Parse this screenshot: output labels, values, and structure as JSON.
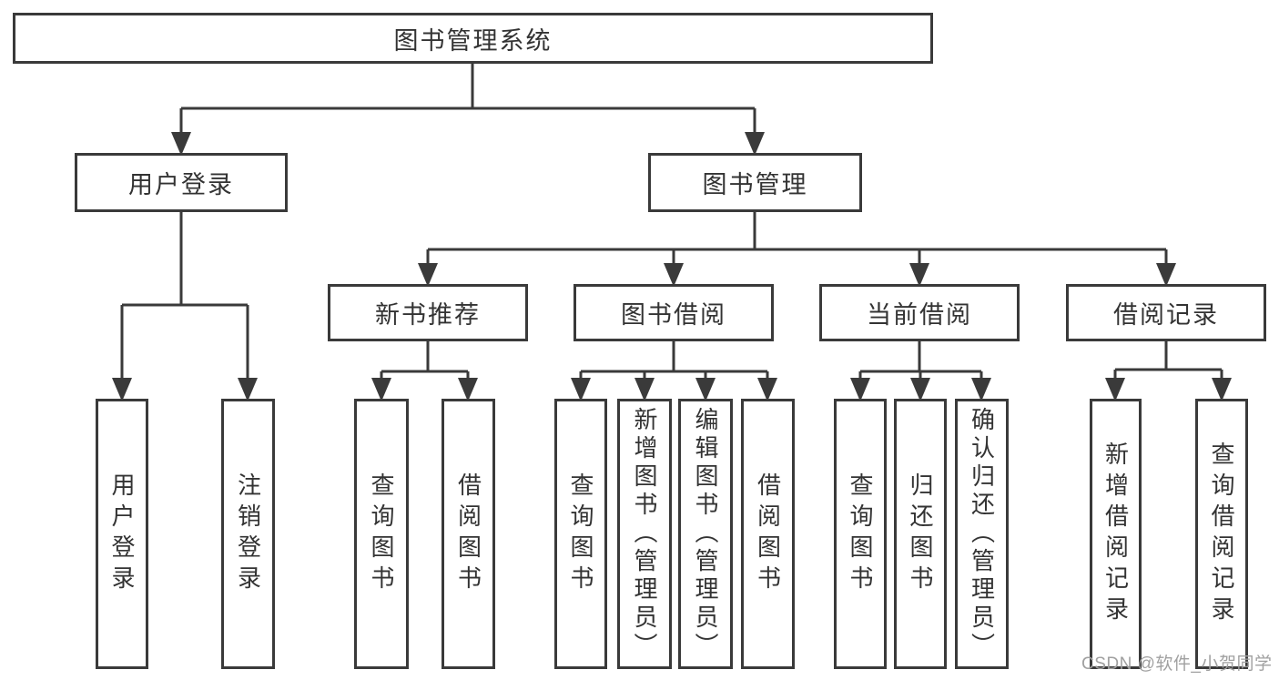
{
  "diagram": {
    "root": "图书管理系统",
    "level2": [
      "用户登录",
      "图书管理"
    ],
    "level3": [
      "新书推荐",
      "图书借阅",
      "当前借阅",
      "借阅记录"
    ],
    "leaves": {
      "user_login": [
        "用户登录",
        "注销登录"
      ],
      "new_book_recommend": [
        "查询图书",
        "借阅图书"
      ],
      "book_borrow": [
        "查询图书",
        "新增图书（管理员）",
        "编辑图书（管理员）",
        "借阅图书"
      ],
      "current_borrow": [
        "查询图书",
        "归还图书",
        "确认归还（管理员）"
      ],
      "borrow_records": [
        "新增借阅记录",
        "查询借阅记录"
      ]
    }
  },
  "watermark": "CSDN @软件_小贺同学",
  "colors": {
    "line": "#3a3a3a",
    "text": "#333333",
    "watermark": "#a0a0a0",
    "background": "#ffffff"
  }
}
